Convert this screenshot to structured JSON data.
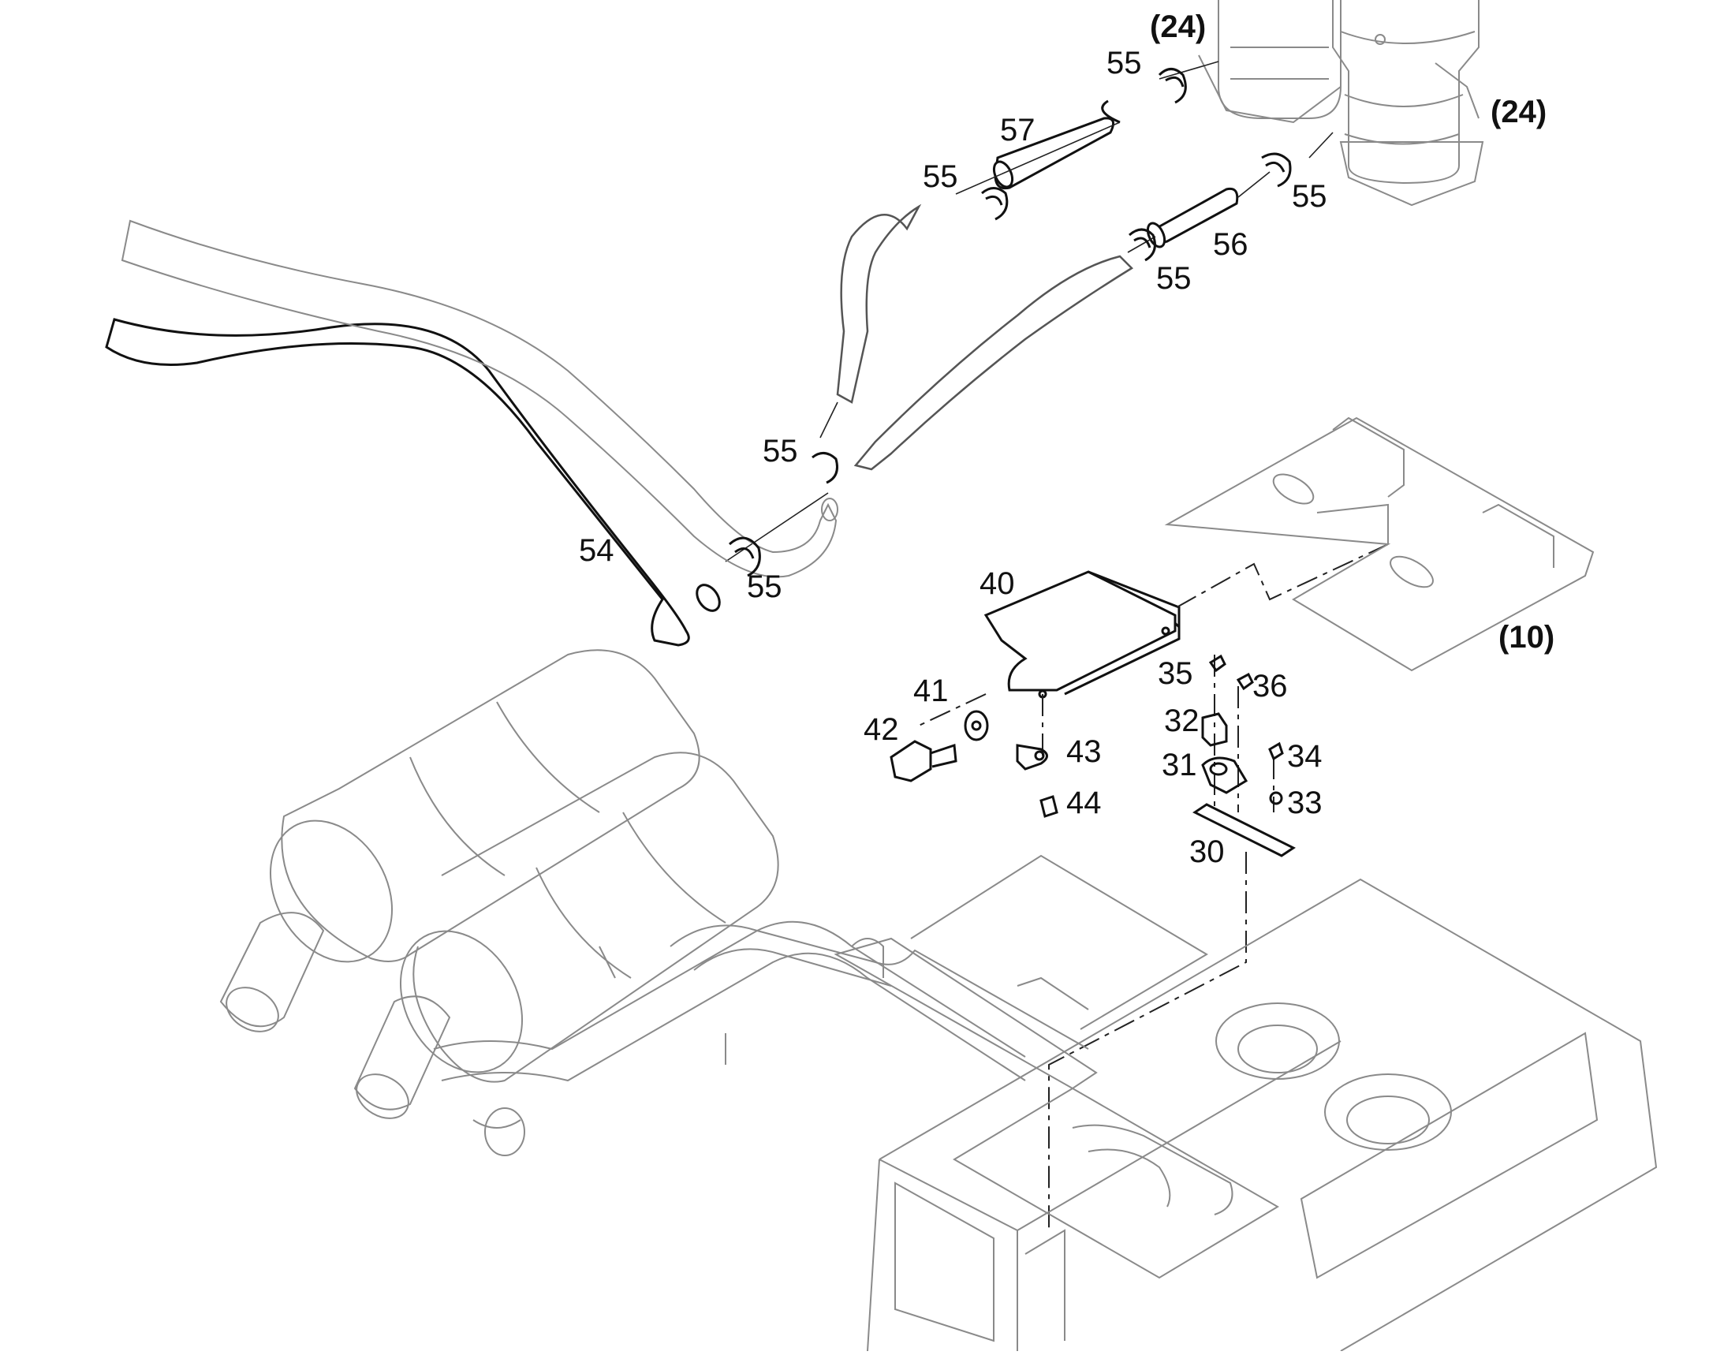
{
  "diagram": {
    "callouts": [
      {
        "id": "ref-24-top",
        "text": "(24)",
        "ref": true
      },
      {
        "id": "ref-24-right",
        "text": "(24)",
        "ref": true
      },
      {
        "id": "ref-10",
        "text": "(10)",
        "ref": true
      },
      {
        "id": "p55-a",
        "text": "55"
      },
      {
        "id": "p57",
        "text": "57"
      },
      {
        "id": "p55-b",
        "text": "55"
      },
      {
        "id": "p55-c",
        "text": "55"
      },
      {
        "id": "p56",
        "text": "56"
      },
      {
        "id": "p55-d",
        "text": "55"
      },
      {
        "id": "p55-e",
        "text": "55"
      },
      {
        "id": "p54",
        "text": "54"
      },
      {
        "id": "p55-f",
        "text": "55"
      },
      {
        "id": "p40",
        "text": "40"
      },
      {
        "id": "p41",
        "text": "41"
      },
      {
        "id": "p42",
        "text": "42"
      },
      {
        "id": "p43",
        "text": "43"
      },
      {
        "id": "p44",
        "text": "44"
      },
      {
        "id": "p35",
        "text": "35"
      },
      {
        "id": "p36",
        "text": "36"
      },
      {
        "id": "p32",
        "text": "32"
      },
      {
        "id": "p31",
        "text": "31"
      },
      {
        "id": "p34",
        "text": "34"
      },
      {
        "id": "p33",
        "text": "33"
      },
      {
        "id": "p30",
        "text": "30"
      }
    ]
  }
}
